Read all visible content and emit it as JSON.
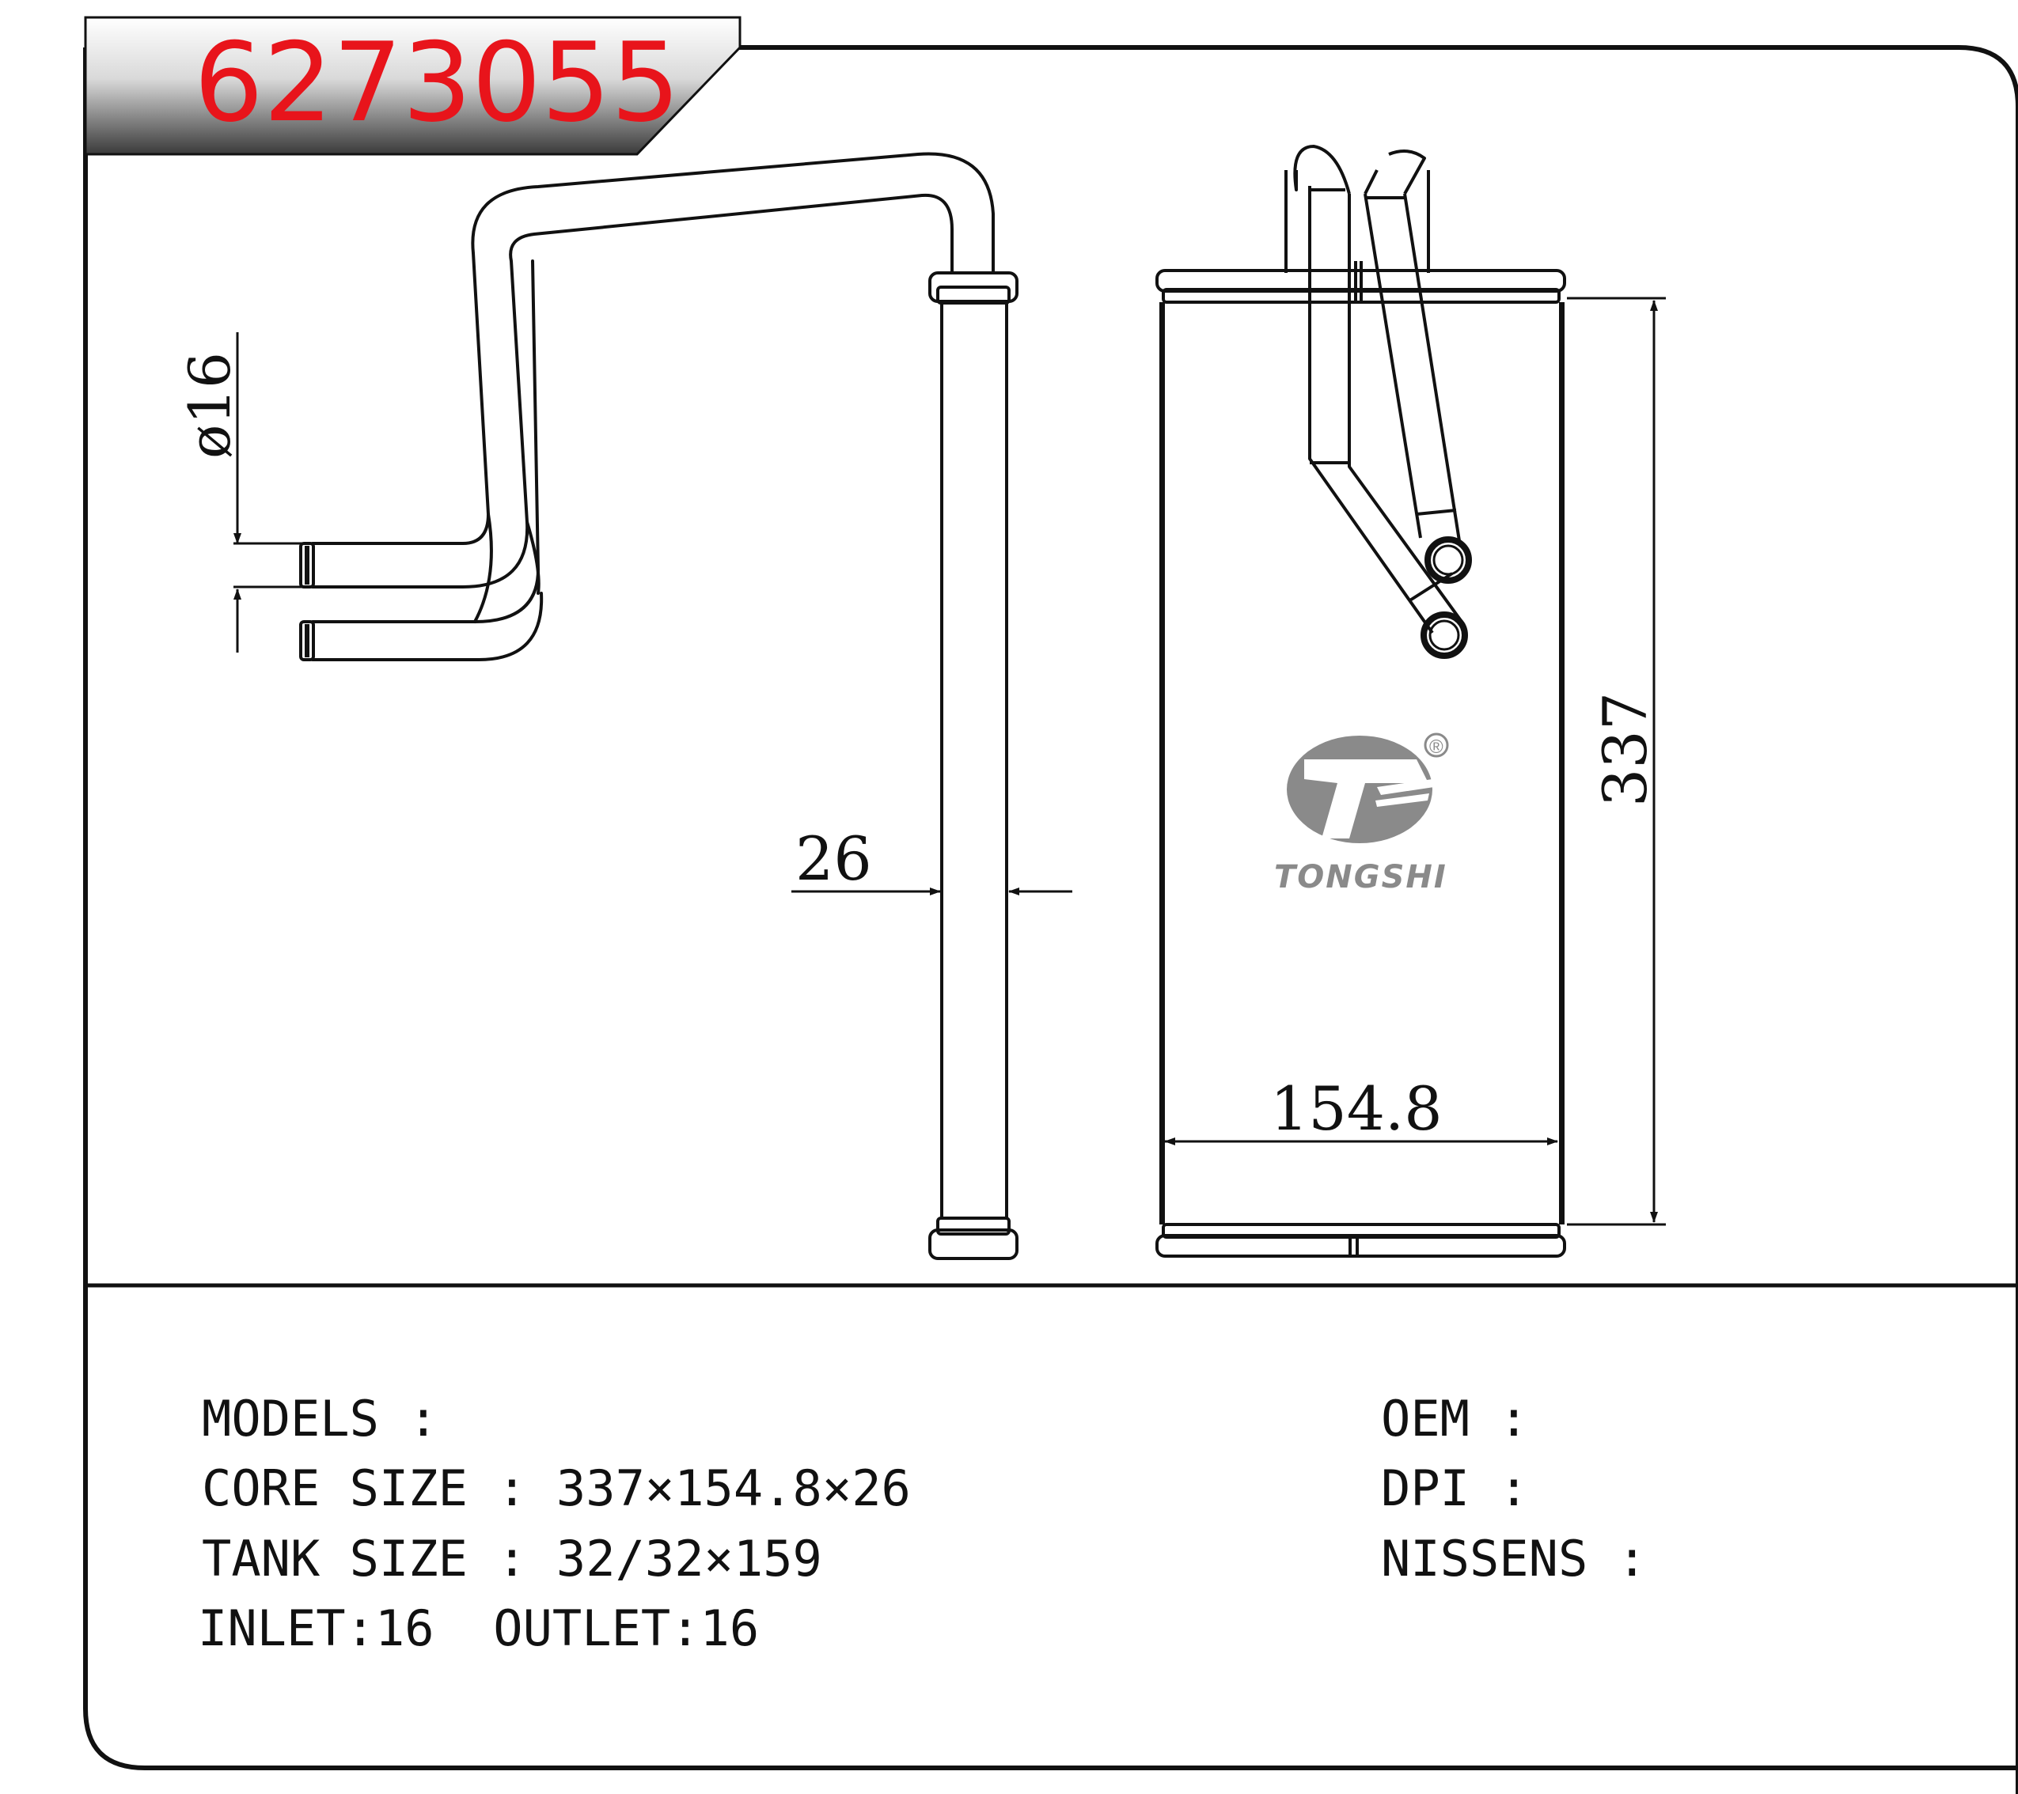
{
  "header": {
    "part_number": "6273055"
  },
  "dimensions": {
    "pipe_diameter": "ø16",
    "core_depth": "26",
    "core_height": "337",
    "core_width": "154.8"
  },
  "logo": {
    "brand": "TONGSHI",
    "registered_mark": "®"
  },
  "specs": {
    "models_label": "MODELS :",
    "core_size_label": "CORE SIZE : 337×154.8×26",
    "tank_size_label": "TANK SIZE : 32/32×159",
    "inlet_outlet_label": "INLET:16  OUTLET:16",
    "oem_label": "OEM :",
    "dpi_label": "DPI :",
    "nissens_label": "NISSENS :"
  },
  "colors": {
    "part_number": "#e8141b",
    "logo": "#8a8a8a",
    "line": "#111111"
  }
}
